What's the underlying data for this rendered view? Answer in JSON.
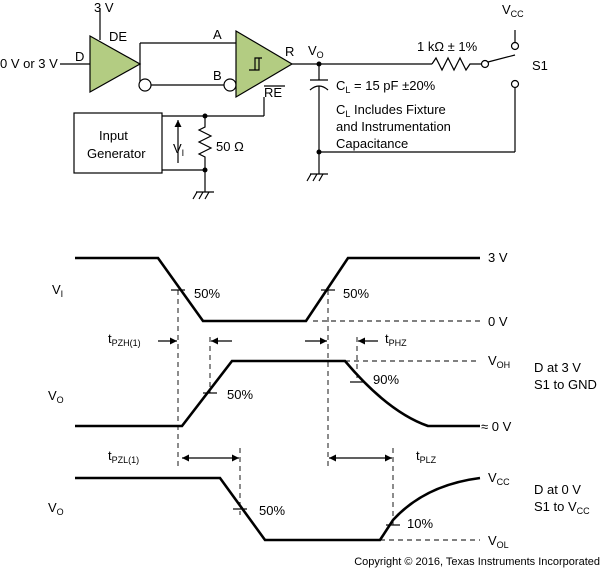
{
  "circuit": {
    "supply_3v": "3 V",
    "de_label": "DE",
    "d_input": "0 V or 3 V",
    "d_label": "D",
    "pin_a": "A",
    "pin_b": "B",
    "pin_r": "R",
    "pin_re": "RE",
    "vo_main": "V",
    "vo_sub": "O",
    "vcc_main": "V",
    "vcc_sub": "CC",
    "resistor": "1 kΩ ± 1%",
    "switch": "S1",
    "cl_main": "C",
    "cl_sub": "L",
    "cl_value": " = 15 pF ±20%",
    "cl_note_main": "C",
    "cl_note_sub": "L",
    "cl_note_rest": " Includes Fixture",
    "cl_note_line2": "and Instrumentation",
    "cl_note_line3": "Capacitance",
    "generator_line1": "Input",
    "generator_line2": "Generator",
    "vi_main": "V",
    "vi_sub": "I",
    "r50": "50 Ω"
  },
  "timing": {
    "vi_main": "V",
    "vi_sub": "I",
    "level_3v": "3 V",
    "level_0v": "0 V",
    "pct_50_a": "50%",
    "pct_50_b": "50%",
    "tpzh_main": "t",
    "tpzh_sub": "PZH(1)",
    "tphz_main": "t",
    "tphz_sub": "PHZ",
    "vo1_main": "V",
    "vo1_sub": "O",
    "voh_main": "V",
    "voh_sub": "OH",
    "pct_90": "90%",
    "pct_50_c": "50%",
    "approx_0v": "≈ 0 V",
    "cond1_line1": "D at 3 V",
    "cond1_line2": "S1 to GND",
    "tpzl_main": "t",
    "tpzl_sub": "PZL(1)",
    "tplz_main": "t",
    "tplz_sub": "PLZ",
    "vo2_main": "V",
    "vo2_sub": "O",
    "vcc_main": "V",
    "vcc_sub": "CC",
    "pct_50_d": "50%",
    "pct_10": "10%",
    "vol_main": "V",
    "vol_sub": "OL",
    "cond2_line1": "D at 0 V",
    "cond2_line2_main": "S1 to V",
    "cond2_line2_sub": "CC"
  },
  "copyright": "Copyright © 2016, Texas Instruments Incorporated",
  "colors": {
    "amp_fill": "#b3cc82",
    "line": "#000000"
  }
}
